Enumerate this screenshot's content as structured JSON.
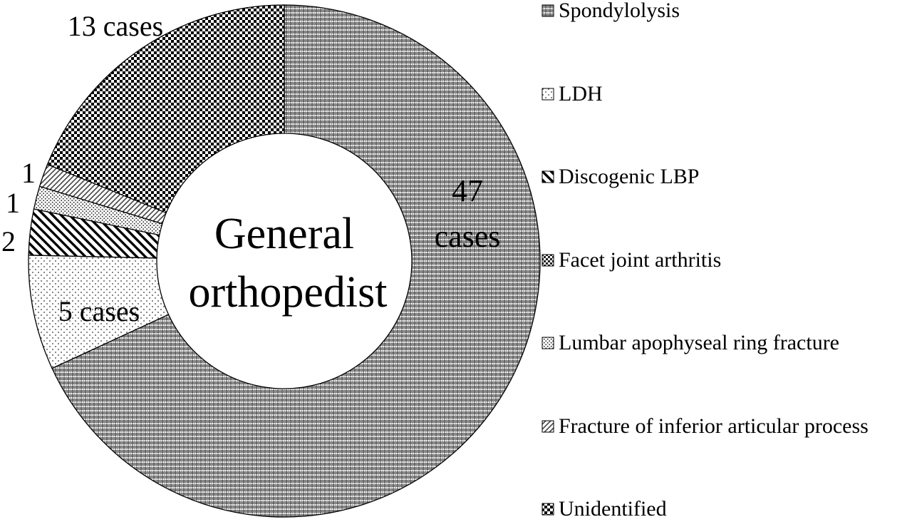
{
  "chart_data": {
    "type": "pie",
    "variant": "donut",
    "center_label": [
      "General",
      "orthopedist"
    ],
    "slices": [
      {
        "name": "Spondylolysis",
        "value": 47,
        "pattern": "dense-check",
        "label": [
          "47",
          "cases"
        ]
      },
      {
        "name": "LDH",
        "value": 5,
        "pattern": "light-dots",
        "label": [
          "5 cases"
        ]
      },
      {
        "name": "Discogenic LBP",
        "value": 2,
        "pattern": "diag-stripe-back",
        "label": [
          "2"
        ]
      },
      {
        "name": "Facet joint arthritis",
        "value": 0,
        "pattern": "checker",
        "label": []
      },
      {
        "name": "Lumbar apophyseal ring fracture",
        "value": 1,
        "pattern": "stipple",
        "label": [
          "1"
        ]
      },
      {
        "name": "Fracture of inferior articular process",
        "value": 1,
        "pattern": "diag-stripe-fwd",
        "label": [
          "1"
        ]
      },
      {
        "name": "Unidentified",
        "value": 13,
        "pattern": "bold-check",
        "label": [
          "13 cases"
        ]
      }
    ],
    "legend_position": "right"
  }
}
